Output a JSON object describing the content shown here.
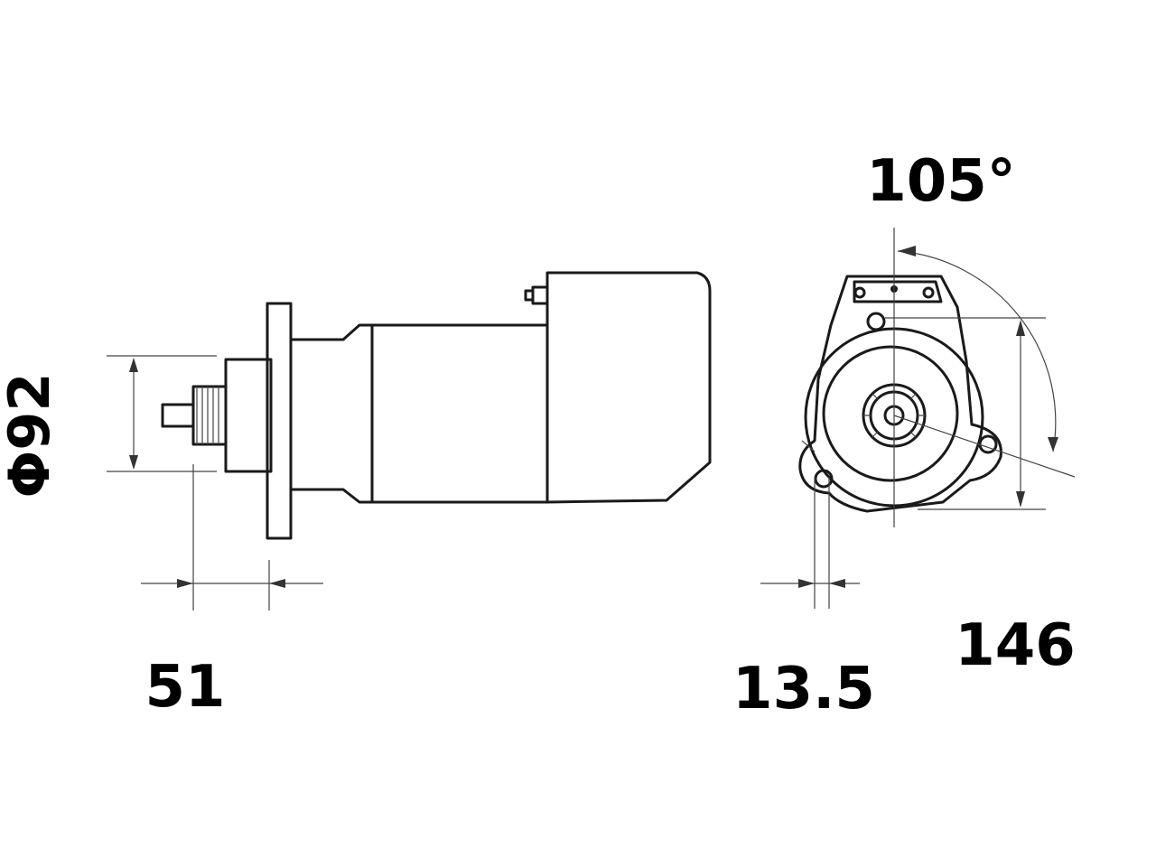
{
  "dimensions": {
    "diameter": "Φ92",
    "offset": "51",
    "mount_hole": "13.5",
    "bolt_distance": "146",
    "angle": "105°"
  },
  "colors": {
    "line": "#1a1a1a",
    "background": "#ffffff"
  }
}
